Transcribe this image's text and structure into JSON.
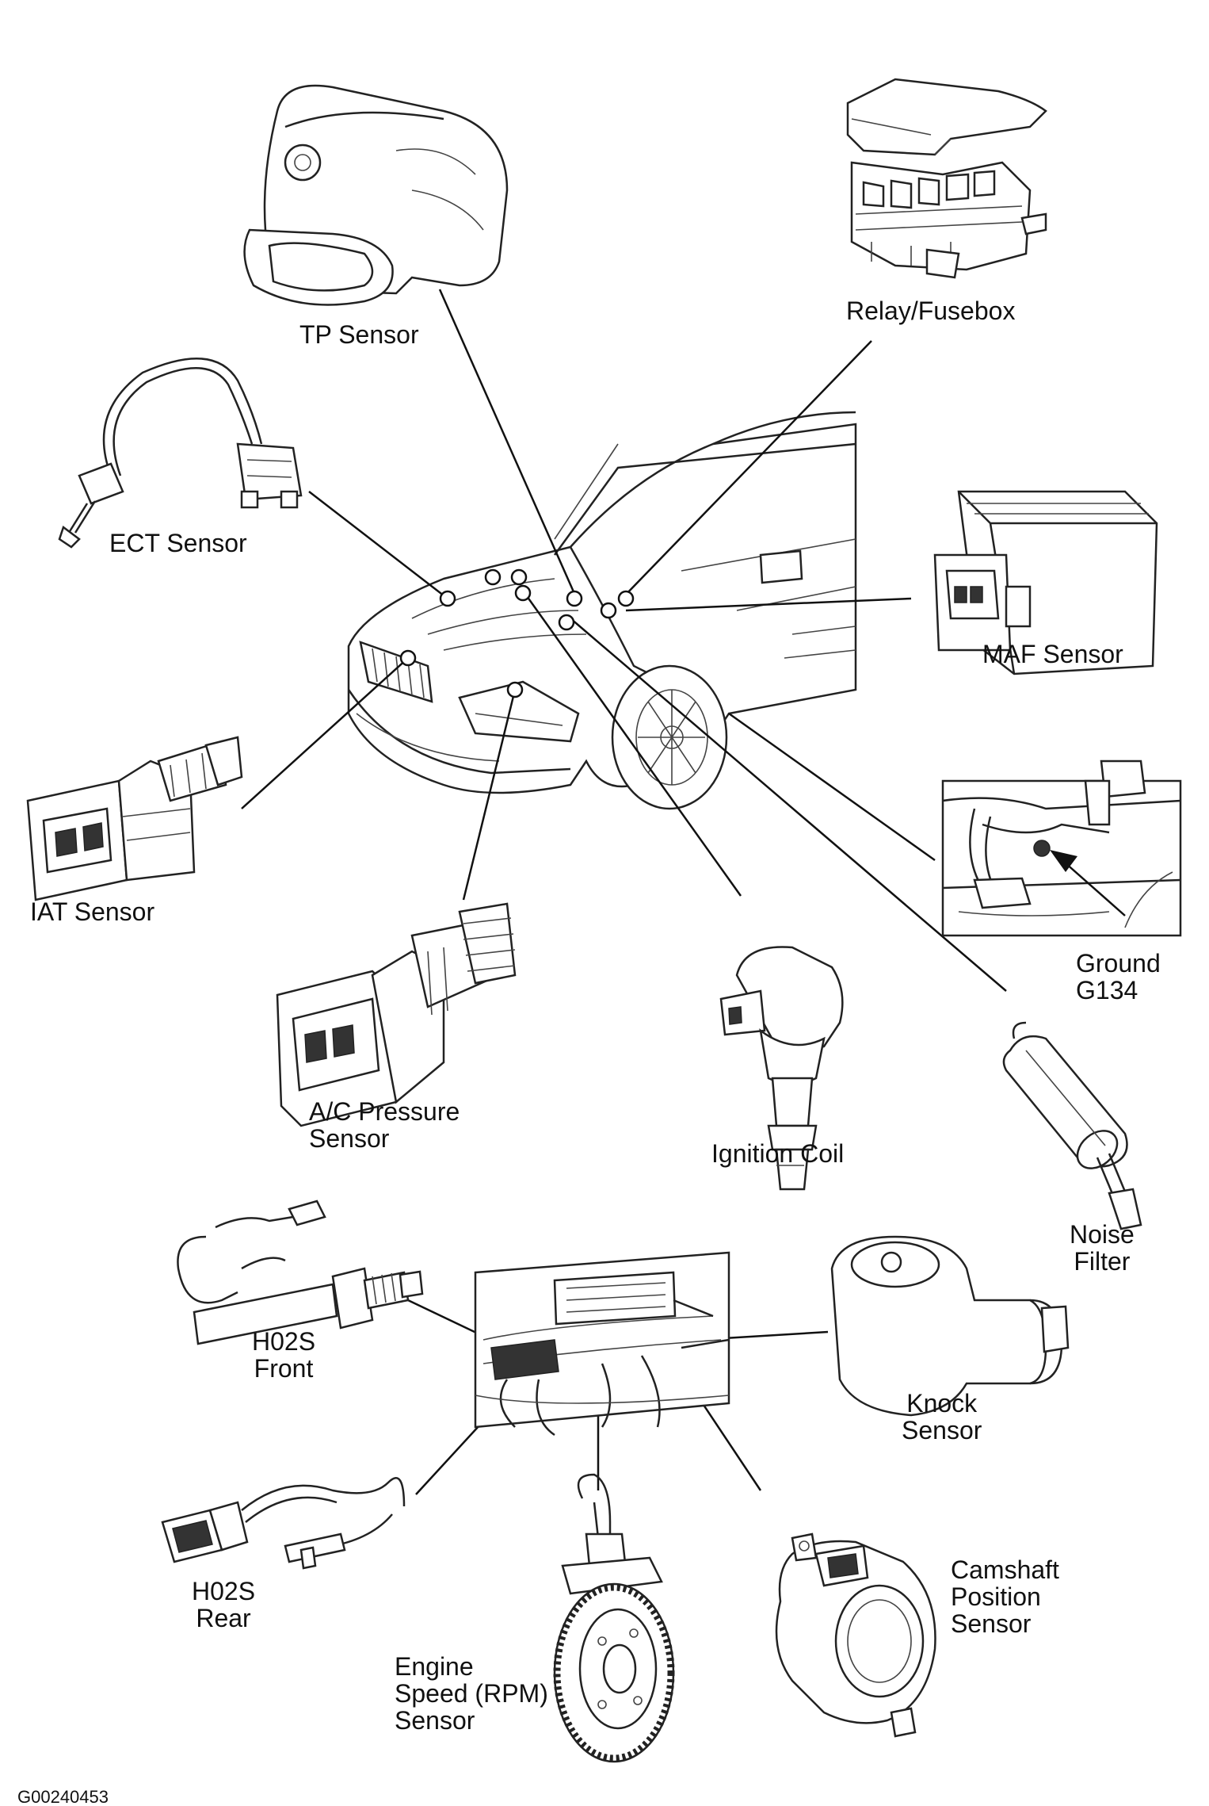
{
  "labels": {
    "tp_sensor": "TP Sensor",
    "relay_fusebox": "Relay/Fusebox",
    "ect_sensor": "ECT Sensor",
    "maf_sensor": "MAF Sensor",
    "iat_sensor": "IAT Sensor",
    "ground_line1": "Ground",
    "ground_line2": "G134",
    "ac_pressure_line1": "A/C Pressure",
    "ac_pressure_line2": "Sensor",
    "ignition_coil": "Ignition Coil",
    "noise_filter_line1": "Noise",
    "noise_filter_line2": "Filter",
    "h02s_front_line1": "H02S",
    "h02s_front_line2": "Front",
    "knock_sensor_line1": "Knock",
    "knock_sensor_line2": "Sensor",
    "h02s_rear_line1": "H02S",
    "h02s_rear_line2": "Rear",
    "camshaft_line1": "Camshaft",
    "camshaft_line2": "Position",
    "camshaft_line3": "Sensor",
    "engine_speed_line1": "Engine",
    "engine_speed_line2": "Speed (RPM)",
    "engine_speed_line3": "Sensor",
    "figure_code": "G00240453"
  },
  "icons": [
    "tp-sensor-icon",
    "relay-fusebox-icon",
    "ect-sensor-icon",
    "maf-sensor-icon",
    "car-icon",
    "iat-sensor-icon",
    "ground-icon",
    "ac-pressure-sensor-icon",
    "ignition-coil-icon",
    "noise-filter-icon",
    "h02s-front-icon",
    "engine-bay-icon",
    "knock-sensor-icon",
    "h02s-rear-icon",
    "engine-speed-sensor-icon",
    "camshaft-sensor-icon"
  ]
}
